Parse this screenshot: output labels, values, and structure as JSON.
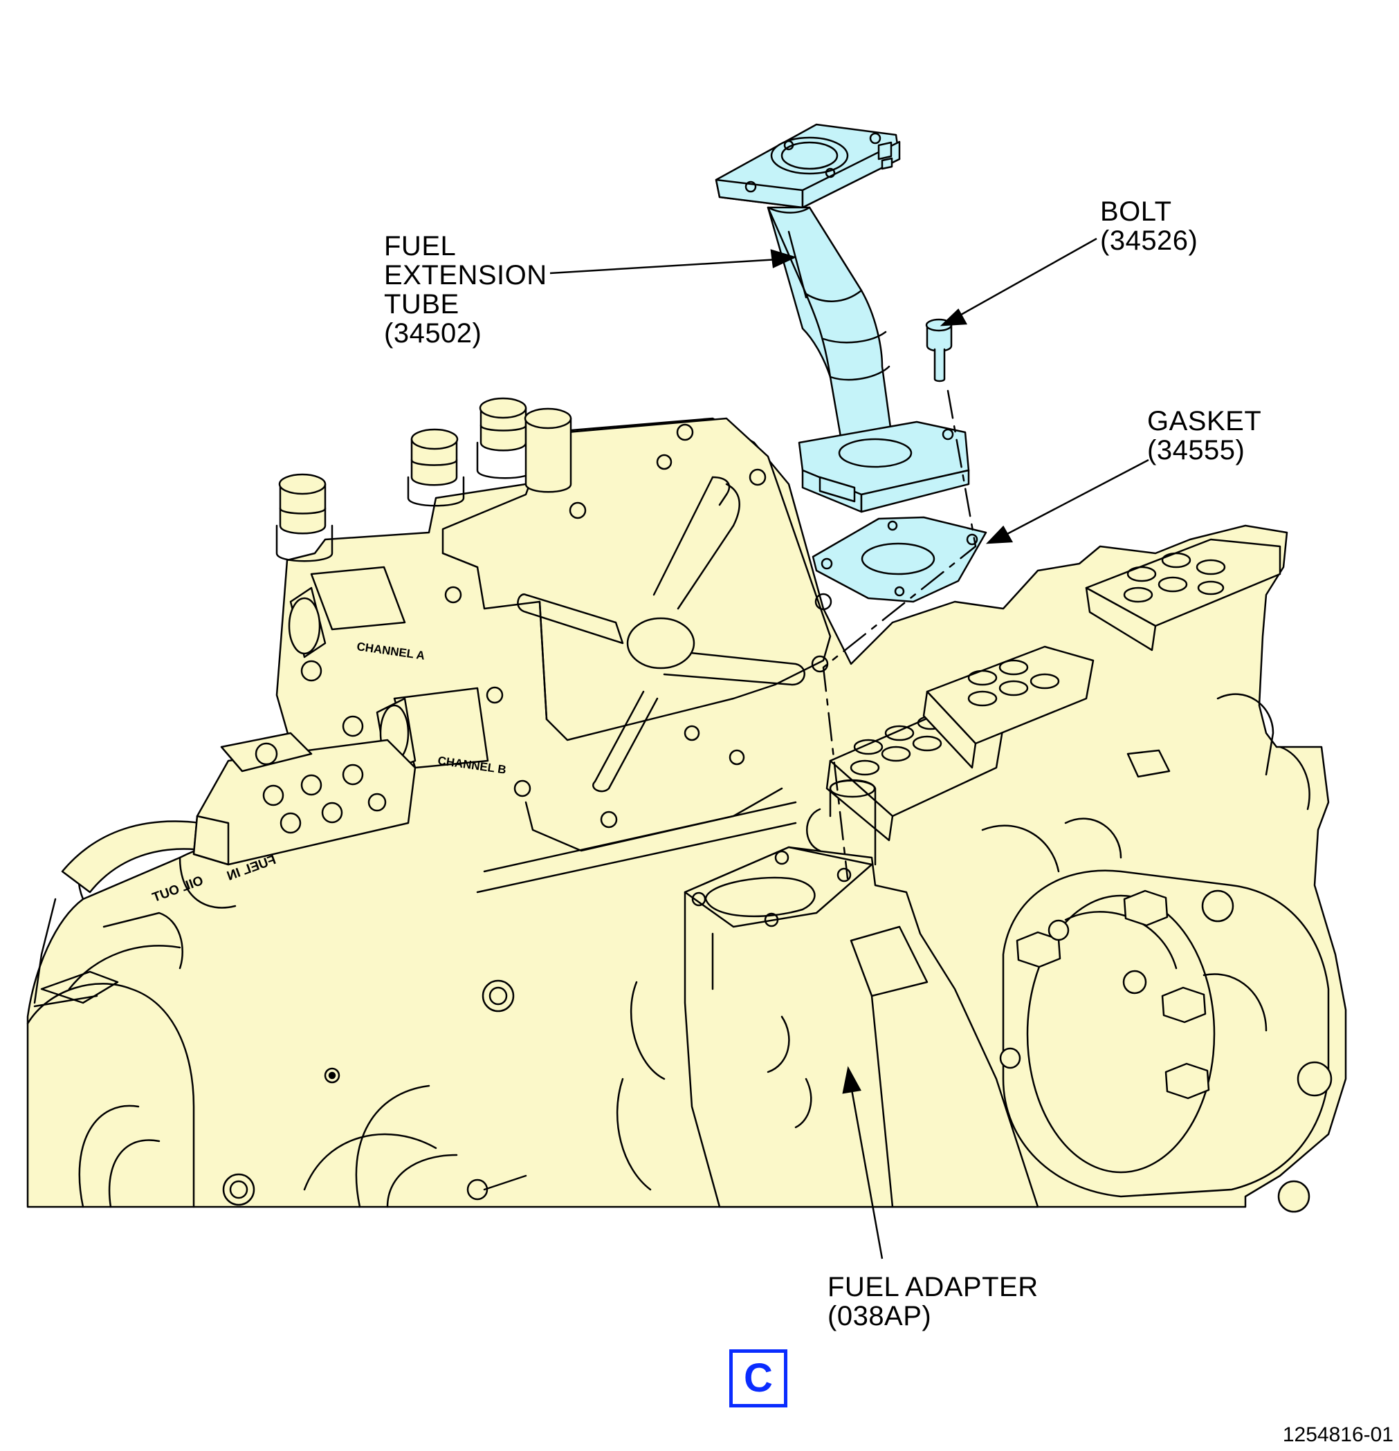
{
  "callouts": {
    "fuel_extension_tube": {
      "lines": [
        "FUEL",
        "EXTENSION",
        "TUBE",
        "(34502)"
      ]
    },
    "bolt": {
      "lines": [
        "BOLT",
        "(34526)"
      ]
    },
    "gasket": {
      "lines": [
        "GASKET",
        "(34555)"
      ]
    },
    "fuel_adapter": {
      "lines": [
        "FUEL ADAPTER",
        "(038AP)"
      ]
    }
  },
  "housing_stencils": {
    "channel_a": "CHANNEL A",
    "channel_b": "CHANNEL B",
    "fuel_in": "FUEL IN",
    "oil_out": "OIL OUT"
  },
  "view_label": "C",
  "figure_id": "1254816-01",
  "colors": {
    "engine_fill": "#fbf8c9",
    "tube_fill": "#c5f3f9",
    "view_box_blue": "#0a2cff",
    "line": "#000000"
  }
}
